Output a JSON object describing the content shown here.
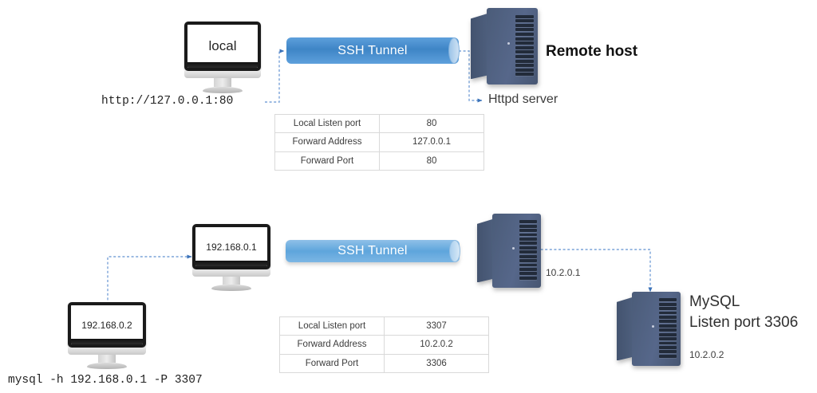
{
  "diagram": {
    "title_hidden": "",
    "accent_blue": "#3e85c6",
    "tunnel_light_blue": "#7cb6e4",
    "server_color": "#4b5c79",
    "arrow_color": "#4a7ebb",
    "table_border": "#d9d9d9"
  },
  "top": {
    "local_monitor_label": "local",
    "tunnel_label": "SSH Tunnel",
    "remote_host_label": "Remote host",
    "httpd_label": "Httpd server",
    "url_command": "http://127.0.0.1:80",
    "table": {
      "rows": [
        {
          "key": "Local Listen port",
          "value": "80"
        },
        {
          "key": "Forward Address",
          "value": "127.0.0.1"
        },
        {
          "key": "Forward Port",
          "value": "80"
        }
      ]
    }
  },
  "bottom": {
    "gateway_monitor_label": "192.168.0.1",
    "client_monitor_label": "192.168.0.2",
    "tunnel_label": "SSH Tunnel",
    "remote_server_ip": "10.2.0.1",
    "mysql_title": "MySQL",
    "mysql_port_line": "Listen port 3306",
    "mysql_ip": "10.2.0.2",
    "mysql_command": "mysql -h 192.168.0.1 -P 3307",
    "table": {
      "rows": [
        {
          "key": "Local Listen port",
          "value": "3307"
        },
        {
          "key": "Forward Address",
          "value": "10.2.0.2"
        },
        {
          "key": "Forward Port",
          "value": "3306"
        }
      ]
    }
  }
}
